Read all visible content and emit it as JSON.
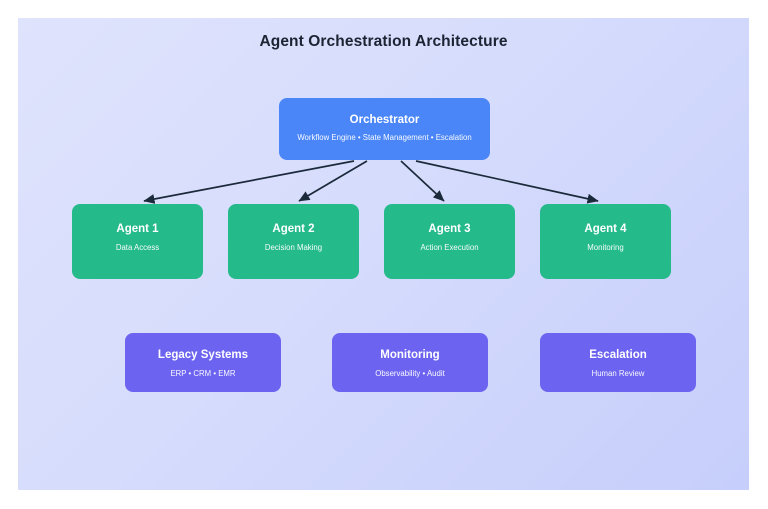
{
  "diagram": {
    "title": "Agent Orchestration Architecture",
    "colors": {
      "background_start": "#dfe3fc",
      "background_end": "#c6cefb",
      "orchestrator": "#4a86f7",
      "agent": "#25ba8a",
      "support": "#6c63f0",
      "arrow": "#1b2a3a",
      "title_text": "#1c2433",
      "node_text": "#ffffff"
    },
    "orchestrator": {
      "title": "Orchestrator",
      "subtitle": "Workflow Engine • State Management • Escalation"
    },
    "agents": [
      {
        "title": "Agent 1",
        "subtitle": "Data Access"
      },
      {
        "title": "Agent 2",
        "subtitle": "Decision Making"
      },
      {
        "title": "Agent 3",
        "subtitle": "Action Execution"
      },
      {
        "title": "Agent 4",
        "subtitle": "Monitoring"
      }
    ],
    "support": [
      {
        "title": "Legacy Systems",
        "subtitle": "ERP • CRM • EMR"
      },
      {
        "title": "Monitoring",
        "subtitle": "Observability • Audit"
      },
      {
        "title": "Escalation",
        "subtitle": "Human Review"
      }
    ],
    "connections": [
      {
        "from": "Orchestrator",
        "to": "Agent 1"
      },
      {
        "from": "Orchestrator",
        "to": "Agent 2"
      },
      {
        "from": "Orchestrator",
        "to": "Agent 3"
      },
      {
        "from": "Orchestrator",
        "to": "Agent 4"
      }
    ]
  }
}
